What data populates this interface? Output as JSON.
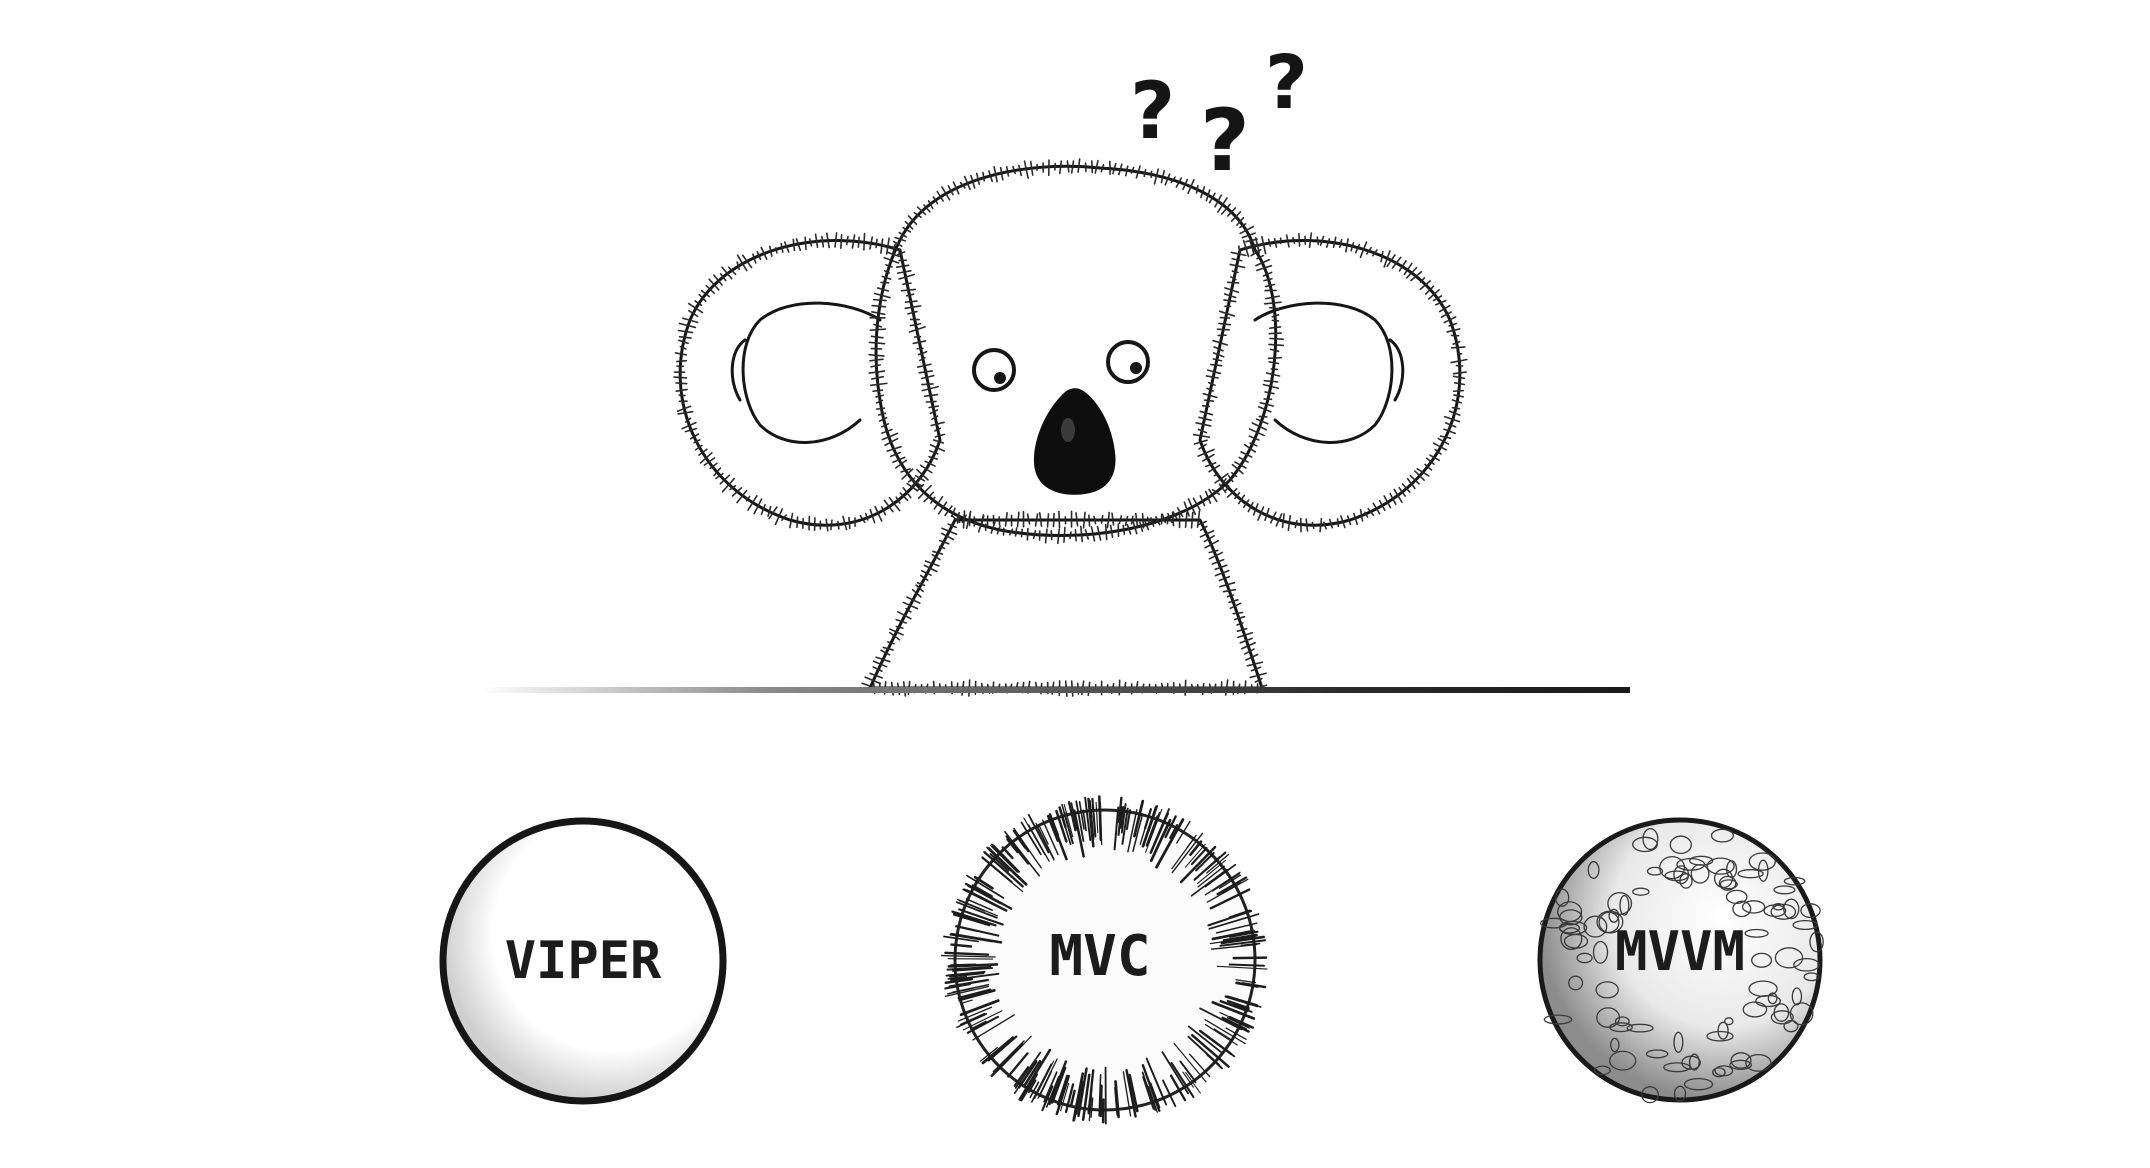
{
  "scene": {
    "character": "koala",
    "thought_marks": [
      "?",
      "?",
      "?"
    ],
    "options": [
      {
        "id": "viper",
        "label": "VIPER",
        "texture": "smooth"
      },
      {
        "id": "mvc",
        "label": "MVC",
        "texture": "spiky"
      },
      {
        "id": "mvvm",
        "label": "MVVM",
        "texture": "scribbled"
      }
    ]
  },
  "colors": {
    "background": "#ffffff",
    "ink": "#161616",
    "shade": "#6b6b6b"
  }
}
